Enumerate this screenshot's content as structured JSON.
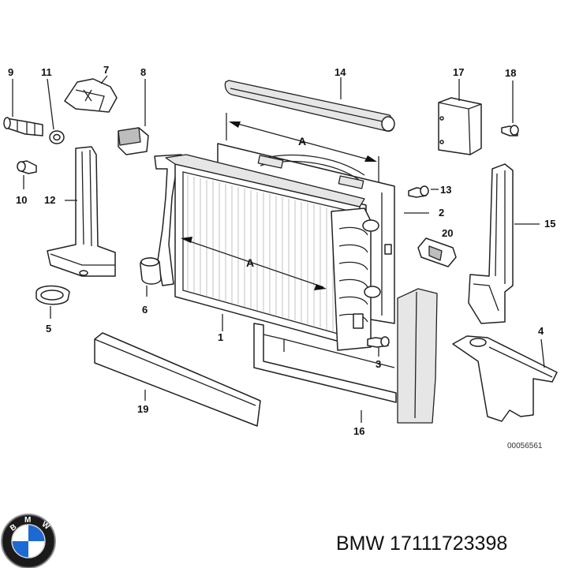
{
  "callouts": {
    "c1": "1",
    "c2": "2",
    "c3": "3",
    "c4": "4",
    "c5": "5",
    "c6": "6",
    "c7": "7",
    "c8": "8",
    "c9": "9",
    "c10": "10",
    "c11": "11",
    "c12": "12",
    "c13": "13",
    "c14": "14",
    "c15": "15",
    "c16": "16",
    "c17": "17",
    "c18": "18",
    "c19": "19",
    "c20": "20"
  },
  "dimensions": {
    "top": "A",
    "front": "A"
  },
  "reference_number": "00056561",
  "brand_logo": {
    "letters": "BMW",
    "colors": [
      "#000000",
      "#ffffff",
      "#1c69d4"
    ]
  },
  "part_label": "BMW 17111723398"
}
